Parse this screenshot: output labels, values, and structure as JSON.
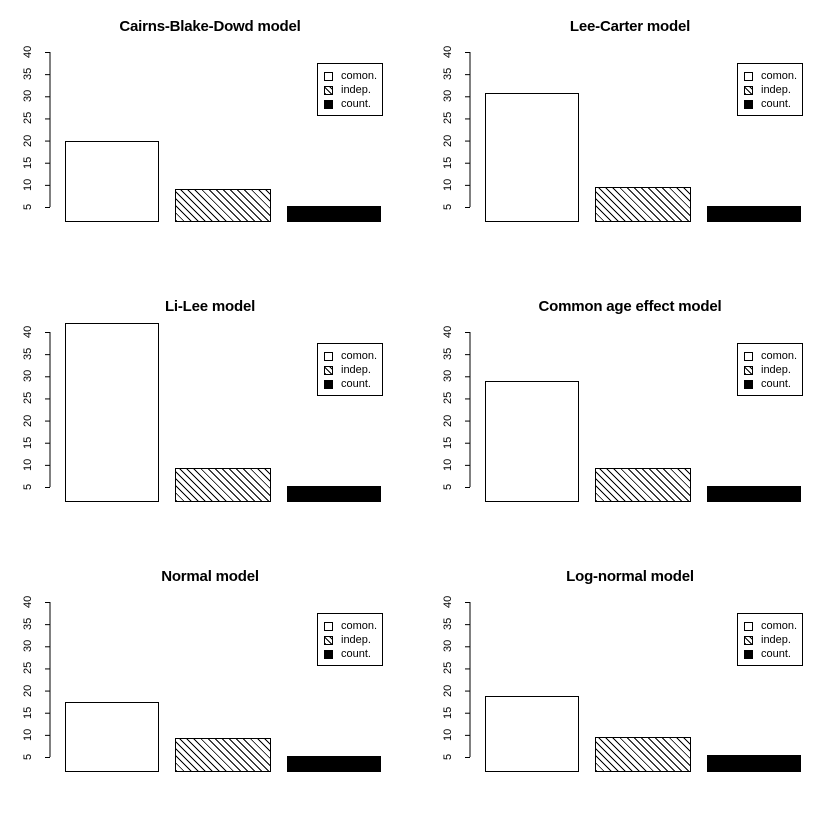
{
  "chart_data": {
    "type": "bar",
    "title": "",
    "xlabel": "",
    "ylabel": "",
    "ylim": [
      1.6,
      42.5
    ],
    "yticks": [
      5,
      10,
      15,
      20,
      25,
      30,
      35,
      40
    ],
    "grid": false,
    "legend_position": "top-right",
    "categories": [
      "comon.",
      "indep.",
      "count."
    ],
    "panels": [
      {
        "title": "Cairns-Blake-Dowd model",
        "values": [
          20.0,
          9.0,
          5.2
        ],
        "series": [
          {
            "name": "comon.",
            "value": 20.0,
            "fill": "white"
          },
          {
            "name": "indep.",
            "value": 9.0,
            "fill": "hatch"
          },
          {
            "name": "count.",
            "value": 5.2,
            "fill": "black"
          }
        ]
      },
      {
        "title": "Lee-Carter model",
        "values": [
          30.8,
          9.5,
          5.2
        ],
        "series": [
          {
            "name": "comon.",
            "value": 30.8,
            "fill": "white"
          },
          {
            "name": "indep.",
            "value": 9.5,
            "fill": "hatch"
          },
          {
            "name": "count.",
            "value": 5.2,
            "fill": "black"
          }
        ]
      },
      {
        "title": "Li-Lee model",
        "values": [
          42.0,
          9.3,
          5.3
        ],
        "series": [
          {
            "name": "comon.",
            "value": 42.0,
            "fill": "white"
          },
          {
            "name": "indep.",
            "value": 9.3,
            "fill": "hatch"
          },
          {
            "name": "count.",
            "value": 5.3,
            "fill": "black"
          }
        ]
      },
      {
        "title": "Common age effect model",
        "values": [
          29.0,
          9.3,
          5.3
        ],
        "series": [
          {
            "name": "comon.",
            "value": 29.0,
            "fill": "white"
          },
          {
            "name": "indep.",
            "value": 9.3,
            "fill": "hatch"
          },
          {
            "name": "count.",
            "value": 5.3,
            "fill": "black"
          }
        ]
      },
      {
        "title": "Normal model",
        "values": [
          17.5,
          9.3,
          5.3
        ],
        "series": [
          {
            "name": "comon.",
            "value": 17.5,
            "fill": "white"
          },
          {
            "name": "indep.",
            "value": 9.3,
            "fill": "hatch"
          },
          {
            "name": "count.",
            "value": 5.3,
            "fill": "black"
          }
        ]
      },
      {
        "title": "Log-normal model",
        "values": [
          18.7,
          9.6,
          5.4
        ],
        "series": [
          {
            "name": "comon.",
            "value": 18.7,
            "fill": "white"
          },
          {
            "name": "indep.",
            "value": 9.6,
            "fill": "hatch"
          },
          {
            "name": "count.",
            "value": 5.4,
            "fill": "black"
          }
        ]
      }
    ],
    "legend": {
      "entries": [
        {
          "label": "comon.",
          "fill": "white"
        },
        {
          "label": "indep.",
          "fill": "hatch"
        },
        {
          "label": "count.",
          "fill": "black"
        }
      ]
    },
    "colors": {
      "foreground": "#000000",
      "background": "#ffffff"
    }
  }
}
